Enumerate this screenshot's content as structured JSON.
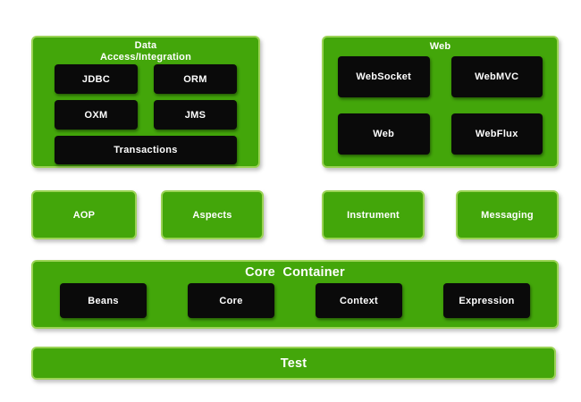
{
  "colors": {
    "panel_fill": "#43a60a",
    "panel_border": "#9bd356",
    "module_fill": "#0a0a0a",
    "text": "#ffffff"
  },
  "panels": {
    "data_access": {
      "title": "Data\nAccess/Integration",
      "modules": [
        "JDBC",
        "ORM",
        "OXM",
        "JMS",
        "Transactions"
      ]
    },
    "web": {
      "title": "Web",
      "modules": [
        "WebSocket",
        "WebMVC",
        "Web",
        "WebFlux"
      ]
    },
    "standalone": [
      "AOP",
      "Aspects",
      "Instrument",
      "Messaging"
    ],
    "core_container": {
      "title": "Core  Container",
      "modules": [
        "Beans",
        "Core",
        "Context",
        "Expression"
      ]
    },
    "test": {
      "title": "Test"
    }
  }
}
